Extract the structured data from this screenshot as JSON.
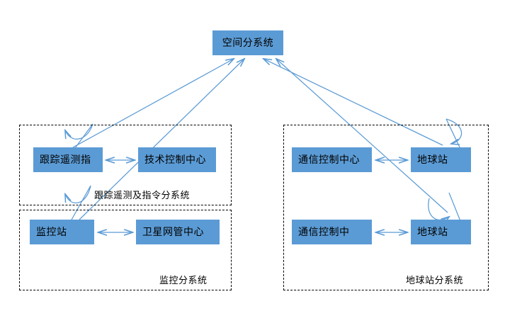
{
  "diagram": {
    "title_node": {
      "label": "空间分系统",
      "name": "space-subsystem-node"
    },
    "panels": [
      {
        "name": "tracking-telemetry-command-subsystem-panel",
        "label": "跟踪遥测及指令分系统"
      },
      {
        "name": "monitoring-subsystem-panel",
        "label": "监控分系统"
      },
      {
        "name": "earth-station-subsystem-panel",
        "label": "地球站分系统"
      }
    ],
    "nodes": [
      {
        "name": "tracking-telemetry-node",
        "label": "跟踪遥测指"
      },
      {
        "name": "technical-control-center-node",
        "label": "技术控制中心"
      },
      {
        "name": "monitoring-station-node",
        "label": "监控站"
      },
      {
        "name": "satellite-network-management-center-node",
        "label": "卫星网管中心"
      },
      {
        "name": "communication-control-center-node",
        "label": "通信控制中心"
      },
      {
        "name": "earth-station-upper-node",
        "label": "地球站"
      },
      {
        "name": "communication-control-node",
        "label": "通信控制中"
      },
      {
        "name": "earth-station-lower-node",
        "label": "地球站"
      }
    ],
    "colors": {
      "node_fill": "#5b9bd5",
      "edge": "#5b9bd5",
      "panel_border": "#000000",
      "text": "#000000",
      "background": "#ffffff"
    },
    "edges": [
      {
        "name": "edge-tracking-telemetry-to-technical-control",
        "type": "double-arrow"
      },
      {
        "name": "edge-monitoring-station-to-satellite-network-center",
        "type": "double-arrow"
      },
      {
        "name": "edge-communication-control-center-to-earth-station-upper",
        "type": "double-arrow"
      },
      {
        "name": "edge-communication-control-to-earth-station-lower",
        "type": "double-arrow"
      },
      {
        "name": "edge-tracking-telemetry-to-space-subsystem",
        "type": "curved-arrow"
      },
      {
        "name": "edge-monitoring-station-to-space-subsystem",
        "type": "curved-arrow"
      },
      {
        "name": "edge-earth-station-upper-to-space-subsystem",
        "type": "curved-arrow"
      },
      {
        "name": "edge-earth-station-lower-to-space-subsystem",
        "type": "curved-arrow"
      }
    ]
  }
}
